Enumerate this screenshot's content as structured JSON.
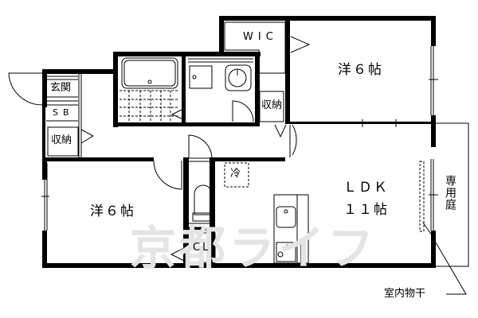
{
  "floorplan": {
    "rooms": {
      "bedroom_north": {
        "label": "洋６帖"
      },
      "bedroom_west": {
        "label": "洋６帖"
      },
      "ldk": {
        "label_line1": "ＬＤＫ",
        "label_line2": "１１帖"
      },
      "walk_in_closet": {
        "label": "WIC"
      },
      "entrance": {
        "label": "玄関"
      },
      "shoe_box": {
        "label": "SB"
      },
      "storage_west": {
        "label": "収納"
      },
      "storage_center": {
        "label": "収納"
      },
      "closet": {
        "label": "CL"
      },
      "fridge_space": {
        "label": "冷"
      },
      "private_garden": {
        "label": "専用庭"
      }
    },
    "annotations": {
      "indoor_drying": "室内物干"
    },
    "watermark": "京都ライフ",
    "colors": {
      "wall": "#000000",
      "watermark": "#e4e4e4",
      "background": "#ffffff"
    }
  }
}
